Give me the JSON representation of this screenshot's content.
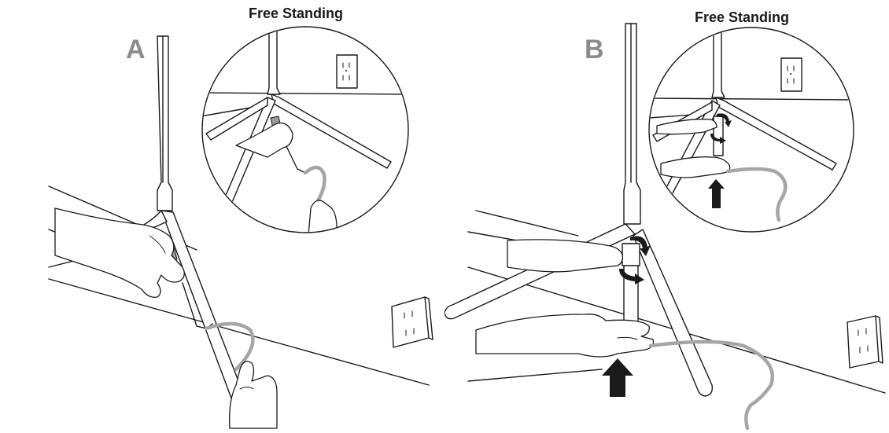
{
  "panels": [
    {
      "letter": "A",
      "title": "Free Standing"
    },
    {
      "letter": "B",
      "title": "Free Standing"
    }
  ],
  "colors": {
    "line": "#1a1a1a",
    "letter": "#8c8c8c",
    "cable": "#a6a6a6",
    "background": "#ffffff"
  },
  "icons": [
    "wall-outlet-icon",
    "push-up-arrow-icon",
    "rotate-arrow-icon"
  ]
}
